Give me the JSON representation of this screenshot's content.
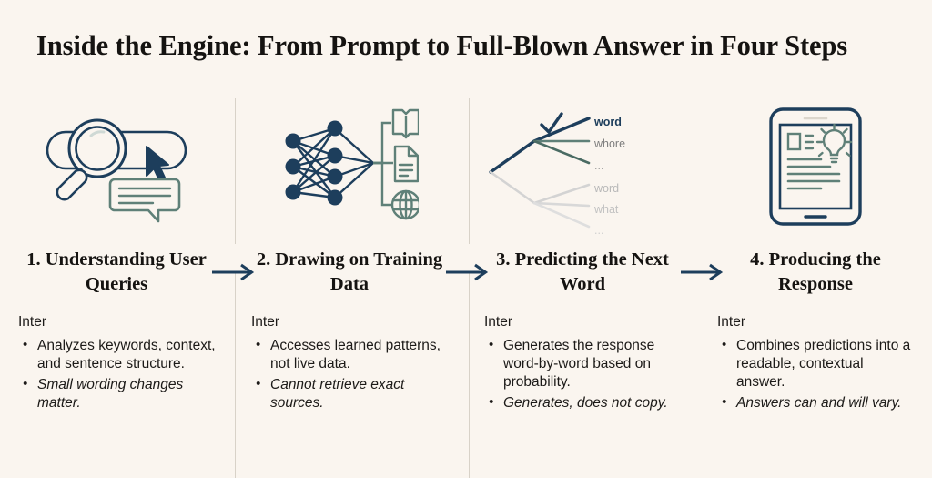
{
  "title": "Inside the Engine: From Prompt to Full-Blown Answer in Four Steps",
  "colors": {
    "background": "#faf5ef",
    "navy": "#1d3e5c",
    "sage": "#5f8078",
    "text": "#1c1a18",
    "divider": "#d8d2c8"
  },
  "steps": [
    {
      "icon": "search-magnifier-cursor-chat-icon",
      "heading": "1. Understanding User Queries",
      "inter_label": "Inter",
      "bullets": [
        {
          "text": "Analyzes keywords, context, and sentence structure.",
          "italic": false
        },
        {
          "text": "Small wording changes matter.",
          "italic": true
        }
      ]
    },
    {
      "icon": "neural-network-sources-icon",
      "heading": "2. Drawing on Training Data",
      "inter_label": "Inter",
      "bullets": [
        {
          "text": "Accesses learned patterns, not live data.",
          "italic": false
        },
        {
          "text": "Cannot retrieve exact sources.",
          "italic": true
        }
      ]
    },
    {
      "icon": "prediction-tree-icon",
      "heading": "3. Predicting the Next Word",
      "inter_label": "Inter",
      "bullets": [
        {
          "text": "Generates the response word-by-word based on probability.",
          "italic": false
        },
        {
          "text": "Generates, does not copy.",
          "italic": true
        }
      ]
    },
    {
      "icon": "phone-document-lightbulb-icon",
      "heading": "4. Producing the Response",
      "inter_label": "Inter",
      "bullets": [
        {
          "text": "Combines predictions into a readable, contextual answer.",
          "italic": false
        },
        {
          "text": "Answers can and will vary.",
          "italic": true
        }
      ]
    }
  ],
  "prediction_tree": {
    "branches": [
      {
        "label": "word",
        "selected": true
      },
      {
        "label": "whore",
        "selected": false
      },
      {
        "label": "...",
        "selected": false
      },
      {
        "label": "word",
        "selected": false
      },
      {
        "label": "what",
        "selected": false
      },
      {
        "label": "...",
        "selected": false
      }
    ]
  },
  "arrows": [
    {
      "name": "arrow-step1-to-step2"
    },
    {
      "name": "arrow-step2-to-step3"
    },
    {
      "name": "arrow-step3-to-step4"
    }
  ]
}
